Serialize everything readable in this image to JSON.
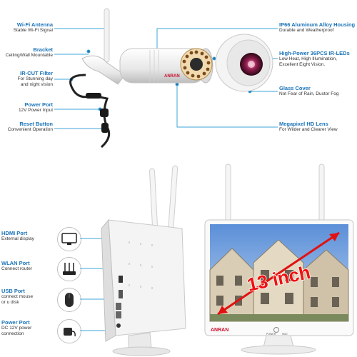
{
  "camera_features": {
    "left": [
      {
        "title": "Wi-Fi Antenna",
        "desc": "Stable Wi-Fi Signal"
      },
      {
        "title": "Bracket",
        "desc": "Ceiling/Wall Mountable"
      },
      {
        "title": "IR-CUT Filter",
        "desc": "For Stunning day\nand night vision"
      },
      {
        "title": "Power Port",
        "desc": "12V Power Input"
      },
      {
        "title": "Reset Button",
        "desc": "Convenient Operation"
      }
    ],
    "right": [
      {
        "title": "IP66 Aluminum Alloy Housing",
        "desc": "Durable and Weatherproof"
      },
      {
        "title": "High-Power 36PCS IR-LEDs",
        "desc": "Low Heat, High Illumination,\nExcellent Eight Vision."
      },
      {
        "title": "Glass Cover",
        "desc": "Not Fear of Rain, Dustor Fog"
      },
      {
        "title": "Megapixel HD Lens",
        "desc": "For Wilder and Clearer View"
      }
    ]
  },
  "monitor_ports": [
    {
      "title": "HDMI Port",
      "desc": "External display",
      "icon": "monitor-icon"
    },
    {
      "title": "WLAN Port",
      "desc": "Connect router",
      "icon": "router-icon"
    },
    {
      "title": "USB Port",
      "desc": "connect mouse\nor u disk",
      "icon": "mouse-icon"
    },
    {
      "title": "Power Port",
      "desc": "DC 12V power\nconnection",
      "icon": "power-adapter-icon"
    }
  ],
  "monitor": {
    "size_label": "13 inch",
    "brand": "ANRAN",
    "buttons": [
      "POWER",
      "HDD"
    ]
  },
  "camera_brand": "ANRAN",
  "colors": {
    "accent": "#1a73b8",
    "leader": "#3fa6d8",
    "size_label": "#e11111",
    "brand": "#c8102e"
  }
}
